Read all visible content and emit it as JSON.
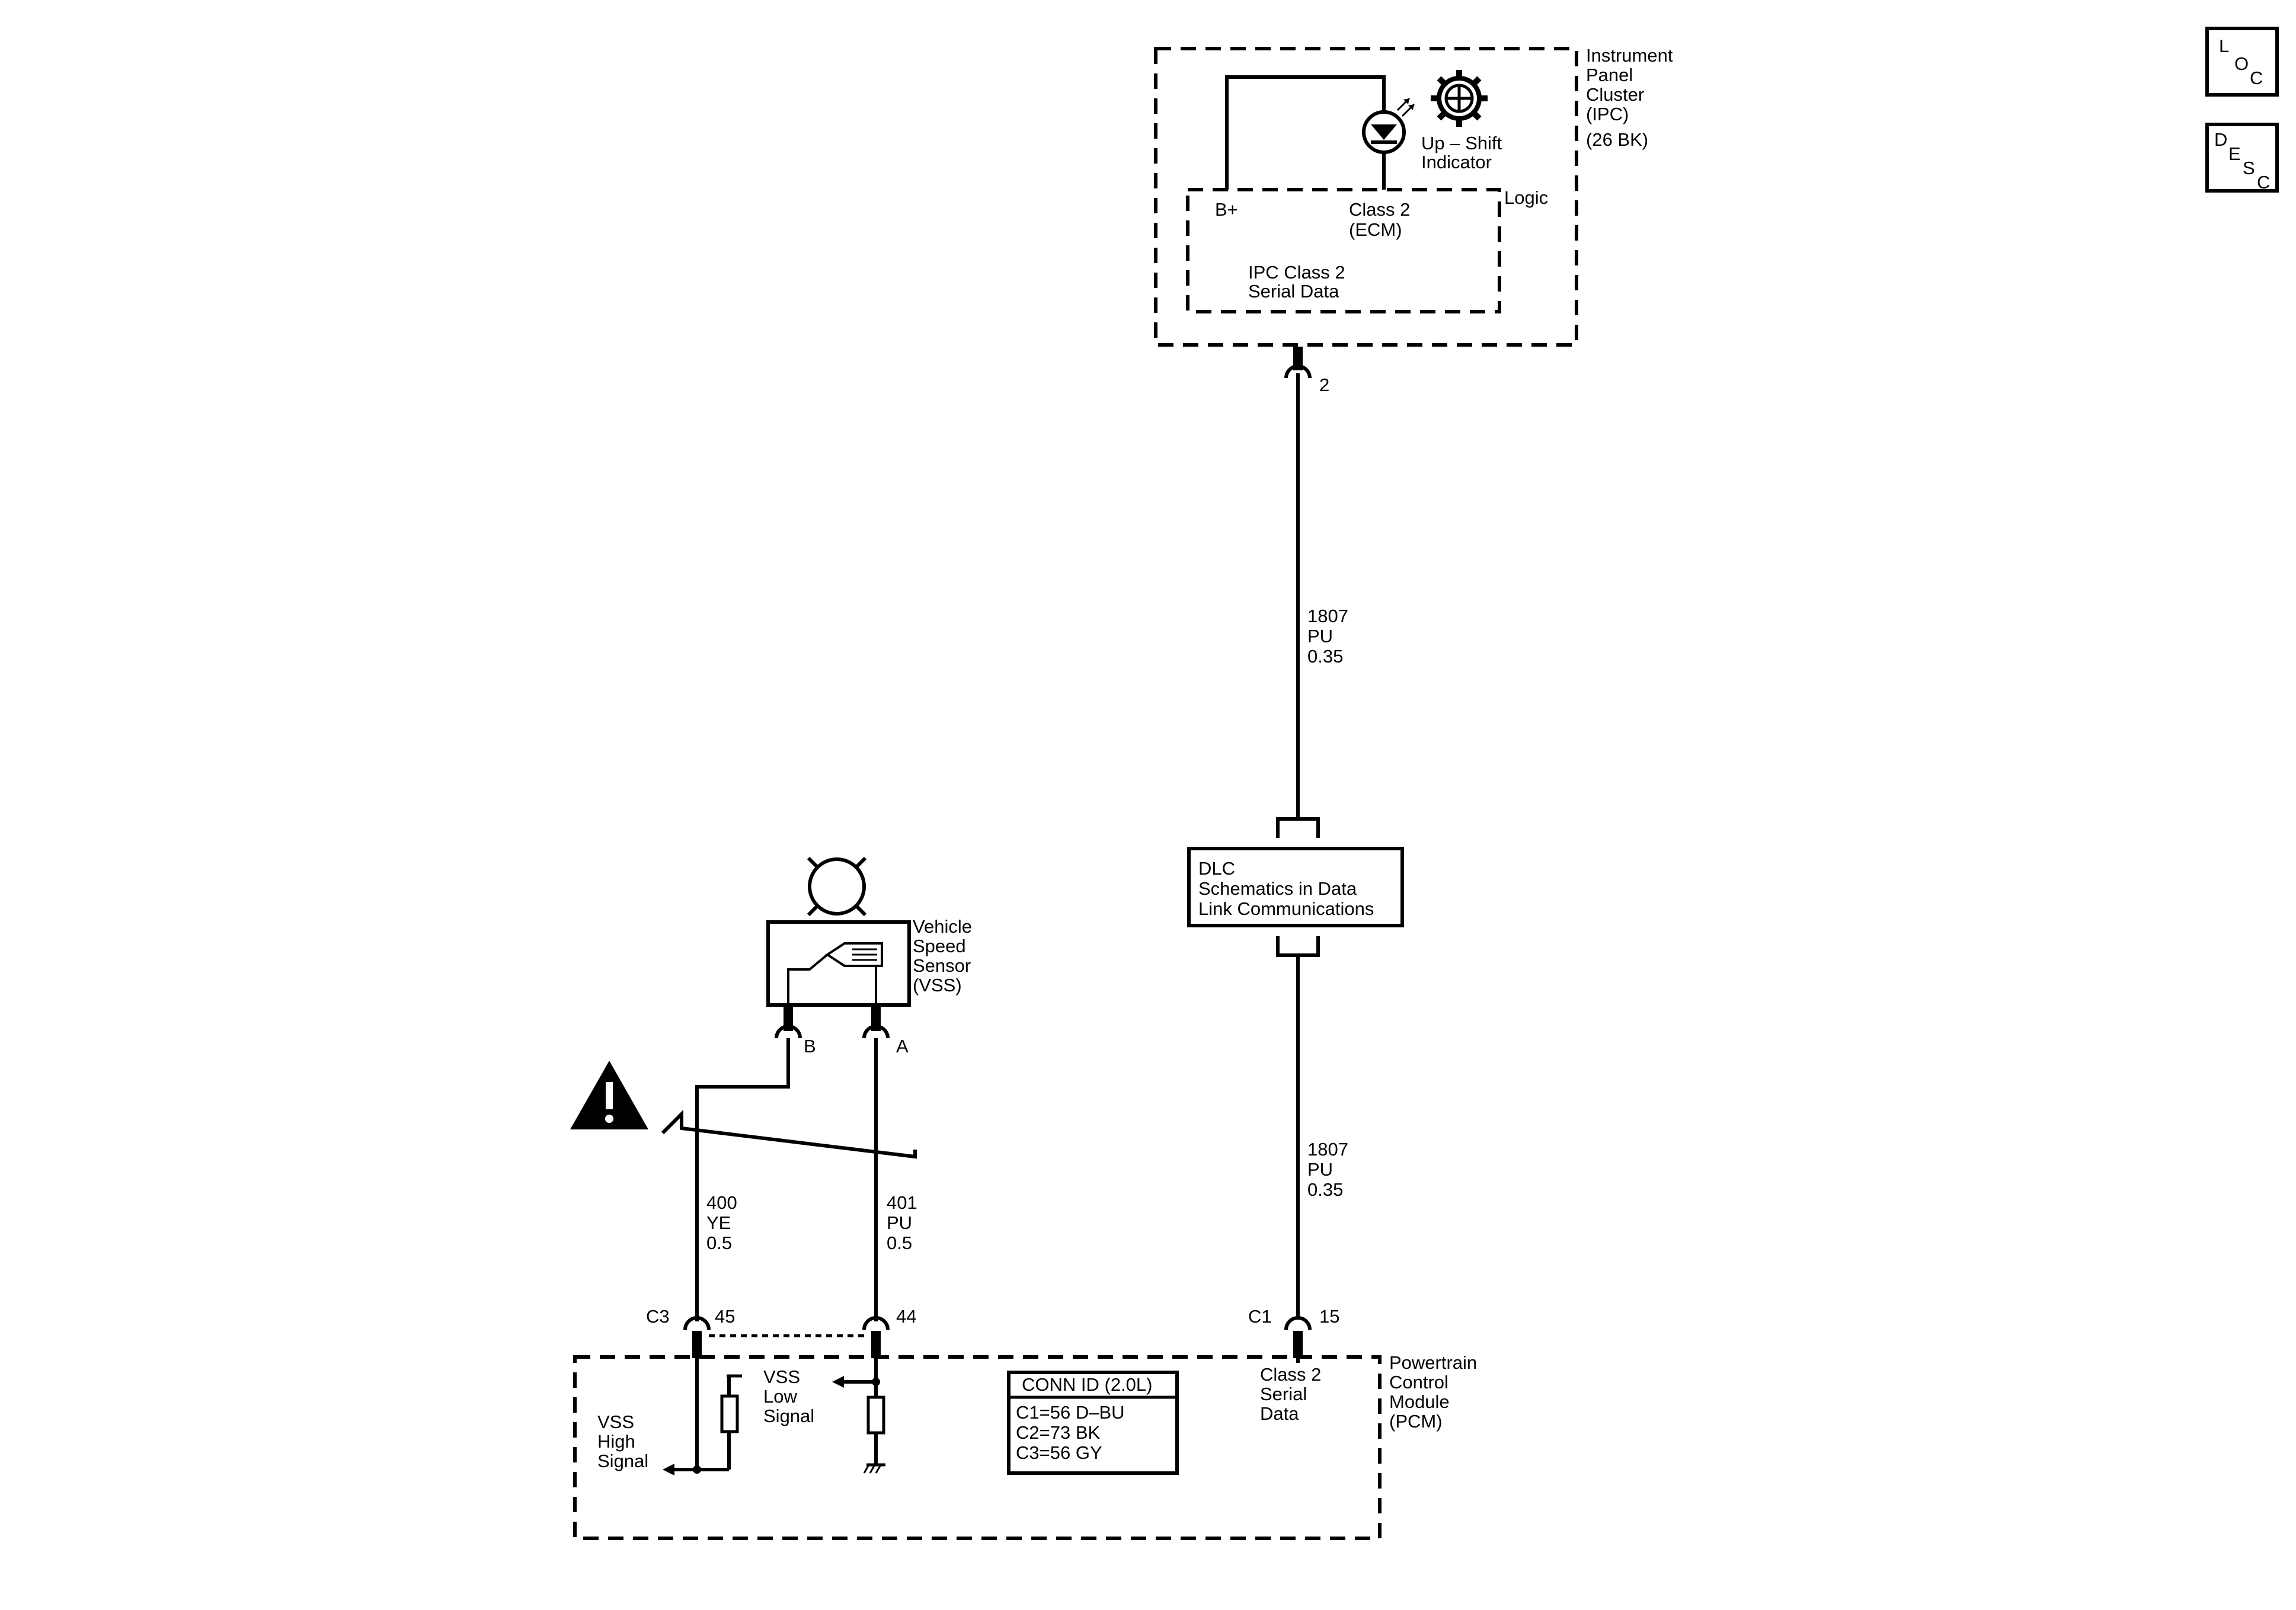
{
  "nav": {
    "loc": [
      "L",
      "O",
      "C"
    ],
    "desc": [
      "D",
      "E",
      "S",
      "C"
    ]
  },
  "ipc": {
    "name": [
      "Instrument",
      "Panel",
      "Cluster",
      "(IPC)",
      "(26 BK)"
    ],
    "indicator": [
      "Up – Shift",
      "Indicator"
    ],
    "logic": "Logic",
    "b_plus": "B+",
    "class2": [
      "Class 2",
      "(ECM)"
    ],
    "serial": [
      "IPC Class 2",
      "Serial Data"
    ],
    "pin": "2"
  },
  "wire_upper": [
    "1807",
    "PU",
    "0.35"
  ],
  "dlc": [
    "DLC",
    "Schematics in Data",
    "Link Communications"
  ],
  "wire_lower": [
    "1807",
    "PU",
    "0.35"
  ],
  "vss": {
    "name": [
      "Vehicle",
      "Speed",
      "Sensor",
      "(VSS)"
    ],
    "pin_b": "B",
    "pin_a": "A",
    "wire_b": [
      "400",
      "YE",
      "0.5"
    ],
    "wire_a": [
      "401",
      "PU",
      "0.5"
    ]
  },
  "pcm": {
    "name": [
      "Powertrain",
      "Control",
      "Module",
      "(PCM)"
    ],
    "c3": "C3",
    "pin45": "45",
    "pin44": "44",
    "c1": "C1",
    "pin15": "15",
    "class2": [
      "Class 2",
      "Serial",
      "Data"
    ],
    "vss_high": [
      "VSS",
      "High",
      "Signal"
    ],
    "vss_low": [
      "VSS",
      "Low",
      "Signal"
    ],
    "conn_title": "CONN ID (2.0L)",
    "conn_rows": [
      "C1=56 D–BU",
      "C2=73 BK",
      "C3=56 GY"
    ]
  }
}
